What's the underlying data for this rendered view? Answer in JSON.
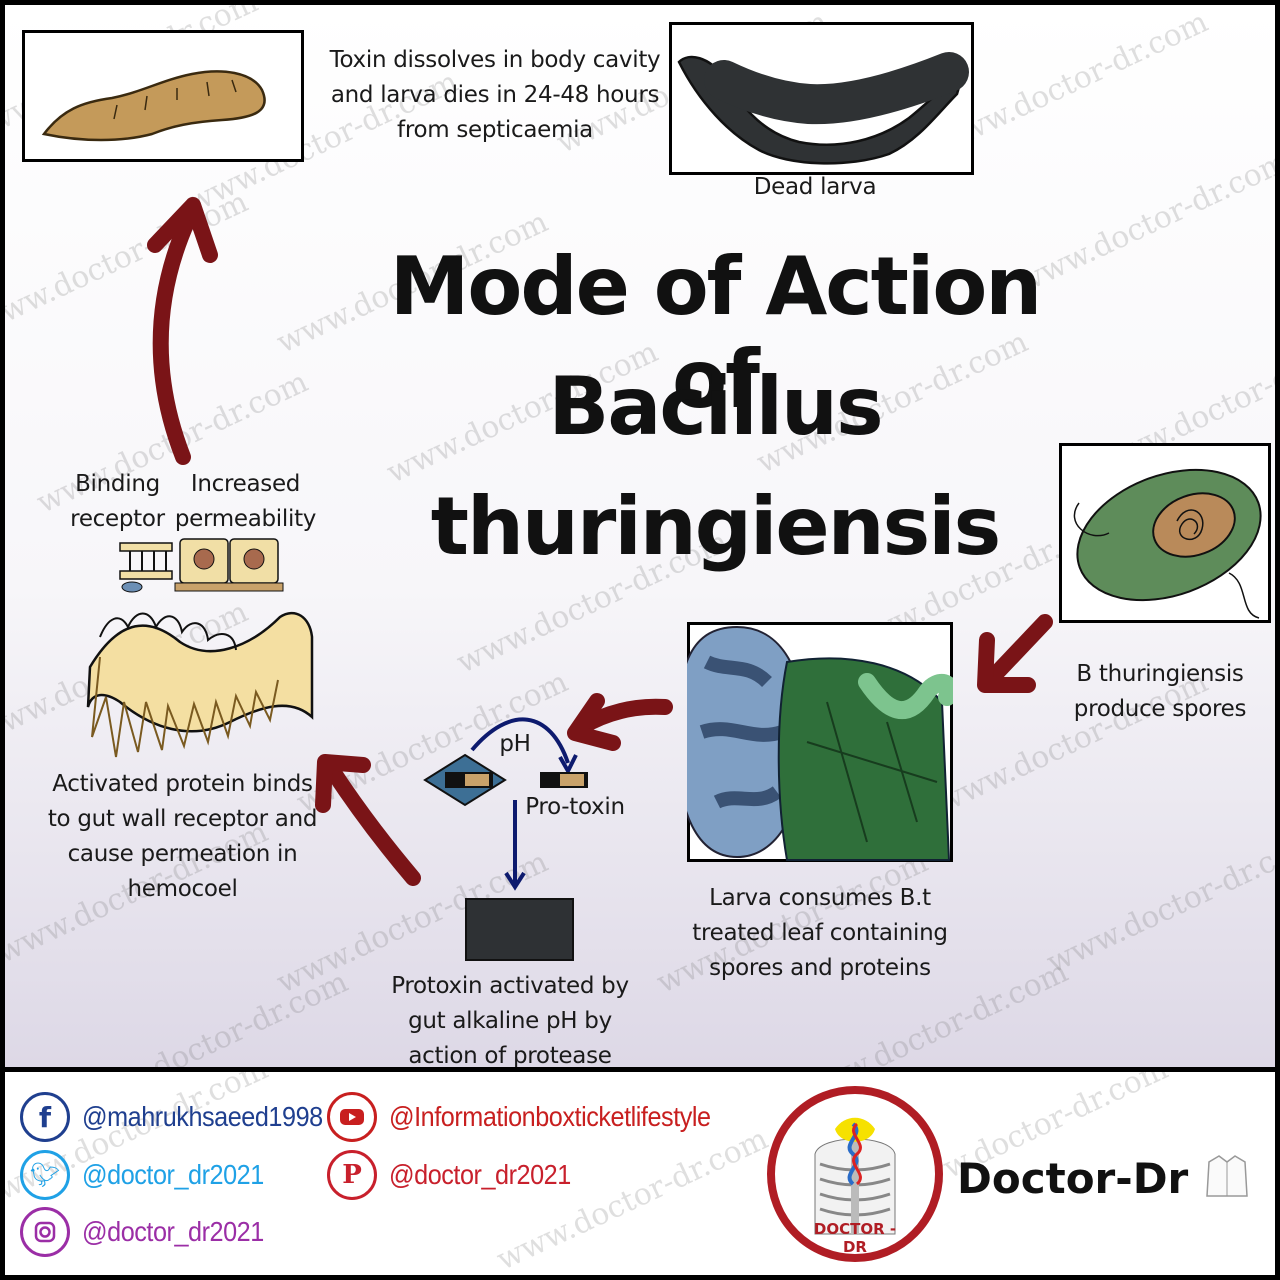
{
  "title": {
    "line1": "Mode of Action of",
    "line2": "Bacillus",
    "line3": "thuringiensis"
  },
  "steps": {
    "toxin_dissolves": {
      "l1": "Toxin dissolves in body cavity",
      "l2": "and larva dies in 24-48 hours",
      "l3": "from septicaemia"
    },
    "dead_larva": "Dead larva",
    "spores": {
      "l1": "B thuringiensis",
      "l2": "produce spores"
    },
    "consumes": {
      "l1": "Larva consumes B.t",
      "l2": "treated leaf containing",
      "l3": "spores and proteins"
    },
    "ph_label": "pH",
    "protoxin_label": "Pro-toxin",
    "activated": {
      "l1": "Protoxin activated by",
      "l2": "gut alkaline pH by",
      "l3": "action of protease"
    },
    "binding": {
      "l1": "Binding",
      "l2": "receptor"
    },
    "permeability": {
      "l1": "Increased",
      "l2": "permeability"
    },
    "binds": {
      "l1": "Activated protein binds",
      "l2": "to gut wall receptor and",
      "l3": "cause permeation in",
      "l4": "hemocoel"
    }
  },
  "watermark": "www.doctor-dr.com",
  "footer": {
    "facebook": "@mahrukhsaeed1998",
    "twitter": "@doctor_dr2021",
    "instagram": "@doctor_dr2021",
    "youtube": "@Informationboxticketlifestyle",
    "pinterest": "@doctor_dr2021",
    "brand": "Doctor-Dr",
    "logo_ring_text": "DOCTOR - DR"
  },
  "colors": {
    "arrow_red": "#7a1417",
    "arrow_navy": "#0d1a6e",
    "facebook": "#1f3f8f",
    "twitter": "#1fa1e6",
    "instagram": "#9b2ea6",
    "youtube": "#c81f1f",
    "pinterest": "#c8202c"
  }
}
